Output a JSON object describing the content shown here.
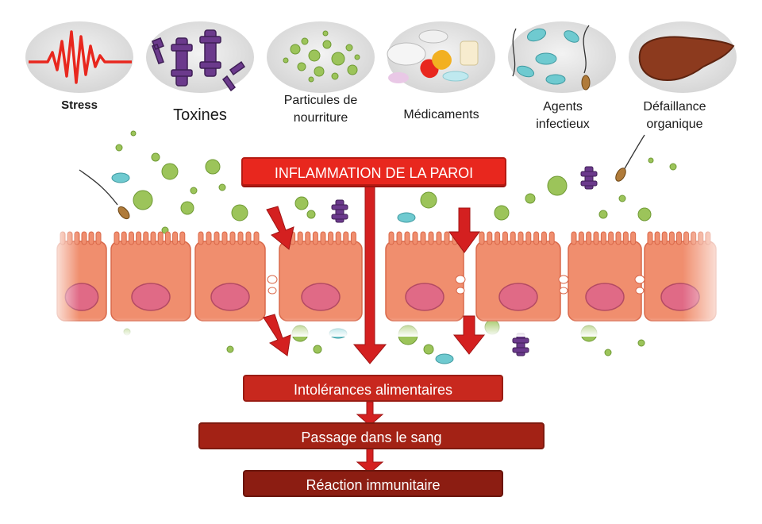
{
  "causes": [
    {
      "label": "Stress",
      "icon": "stress-wave-icon"
    },
    {
      "label": "Toxines",
      "icon": "toxin-molecule-icon"
    },
    {
      "label": "Particules de nourriture",
      "icon": "food-particles-icon"
    },
    {
      "label": "Médicaments",
      "icon": "pills-icon"
    },
    {
      "label": "Agents infectieux",
      "icon": "bacteria-icon"
    },
    {
      "label": "Défaillance organique",
      "icon": "liver-icon"
    }
  ],
  "cause_lines": [
    [
      "Stress"
    ],
    [
      "Toxines"
    ],
    [
      "Particules de",
      "nourriture"
    ],
    [
      "Médicaments"
    ],
    [
      "Agents",
      "infectieux"
    ],
    [
      "Défaillance",
      "organique"
    ]
  ],
  "main_box": "INFLAMMATION DE LA PAROI",
  "steps": [
    "Intolérances alimentaires",
    "Passage dans le sang",
    "Réaction immunitaire"
  ],
  "colors": {
    "cell_fill": "#f08e6e",
    "cell_edge": "#d9684a",
    "nucleus": "#e06a86",
    "arrow_red": "#d42020",
    "box_main": "#e8271e",
    "box_step1": "#c8281e",
    "box_step2": "#a32215",
    "box_step3": "#8c1d12",
    "food_green": "#9cc45a",
    "toxin_purple": "#6b3a8c",
    "bacteria_teal": "#6fcad0",
    "liver_brown": "#8c3a1e"
  }
}
